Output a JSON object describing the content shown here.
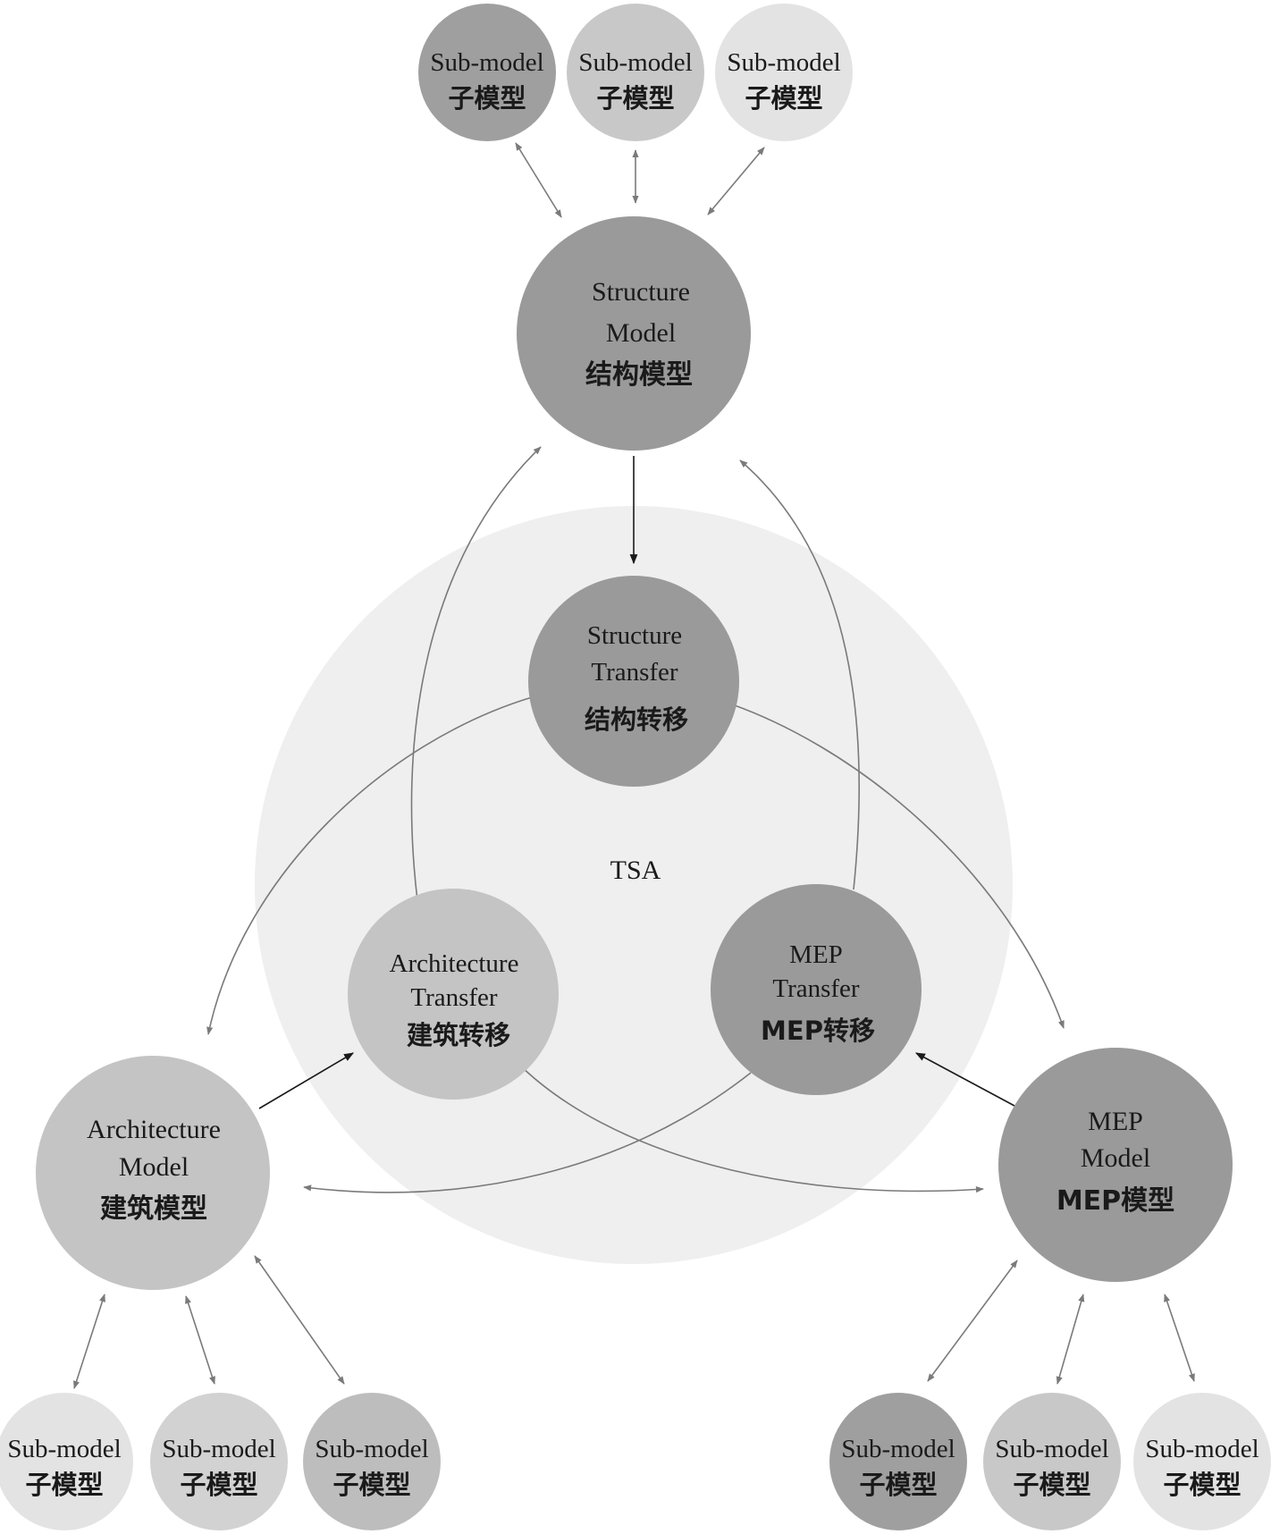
{
  "diagram": {
    "center_label": "TSA",
    "colors": {
      "tsa_zone": "#efefef",
      "dark_node": "#9a9a9a",
      "mid_node": "#b3b3b3",
      "light_node": "#c4c4c4",
      "lighter_node": "#d4d4d4",
      "lightest_node": "#e3e3e3",
      "arrow": "#7a7a7a",
      "arrow_dark": "#1a1a1a"
    },
    "models": {
      "structure": {
        "line1": "Structure",
        "line2": "Model",
        "cn": "结构模型"
      },
      "architecture": {
        "line1": "Architecture",
        "line2": "Model",
        "cn": "建筑模型"
      },
      "mep": {
        "line1": "MEP",
        "line2": "Model",
        "cn": "MEP模型"
      }
    },
    "transfers": {
      "structure": {
        "line1": "Structure",
        "line2": "Transfer",
        "cn": "结构转移"
      },
      "architecture": {
        "line1": "Architecture",
        "line2": "Transfer",
        "cn": "建筑转移"
      },
      "mep": {
        "line1": "MEP",
        "line2": "Transfer",
        "cn": "MEP转移"
      }
    },
    "submodel": {
      "en": "Sub-model",
      "cn": "子模型"
    }
  }
}
